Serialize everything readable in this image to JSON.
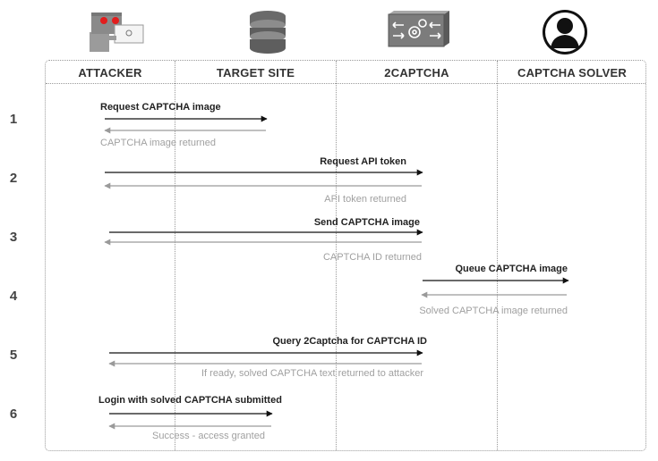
{
  "columns": {
    "attacker": "ATTACKER",
    "target_site": "TARGET SITE",
    "twocaptcha": "2CAPTCHA",
    "captcha_solver": "CAPTCHA SOLVER"
  },
  "steps": [
    {
      "number": "1",
      "request": "Request CAPTCHA image",
      "response": "CAPTCHA image returned"
    },
    {
      "number": "2",
      "request": "Request API token",
      "response": "API token returned"
    },
    {
      "number": "3",
      "request": "Send CAPTCHA image",
      "response": "CAPTCHA ID returned"
    },
    {
      "number": "4",
      "request": "Queue CAPTCHA image",
      "response": "Solved CAPTCHA image returned"
    },
    {
      "number": "5",
      "request": "Query 2Captcha for CAPTCHA ID",
      "response": "If ready, solved CAPTCHA text returned to attacker"
    },
    {
      "number": "6",
      "request": "Login with solved CAPTCHA submitted",
      "response": "Success - access granted"
    }
  ],
  "icons": {
    "attacker": "robot-icon",
    "target_site": "database-icon",
    "twocaptcha": "server-gear-icon",
    "captcha_solver": "person-silhouette-icon"
  },
  "colors": {
    "request_arrow": "#111111",
    "response_arrow": "#9a9a9a"
  }
}
